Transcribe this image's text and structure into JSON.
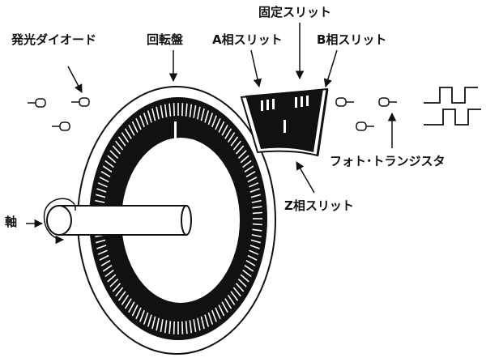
{
  "labels": {
    "led": "発光ダイオード",
    "disk": "回転盤",
    "fixed_slit": "固定スリット",
    "a_slit": "A相スリット",
    "b_slit": "B相スリット",
    "phototransistor": "フォト･トランジスタ",
    "z_slit": "Z相スリット",
    "shaft": "軸"
  },
  "colors": {
    "ink": "#111111",
    "background": "#ffffff"
  },
  "icons": [
    "led-icon",
    "phototransistor-icon",
    "square-wave-icon",
    "rotation-arrow-icon"
  ]
}
